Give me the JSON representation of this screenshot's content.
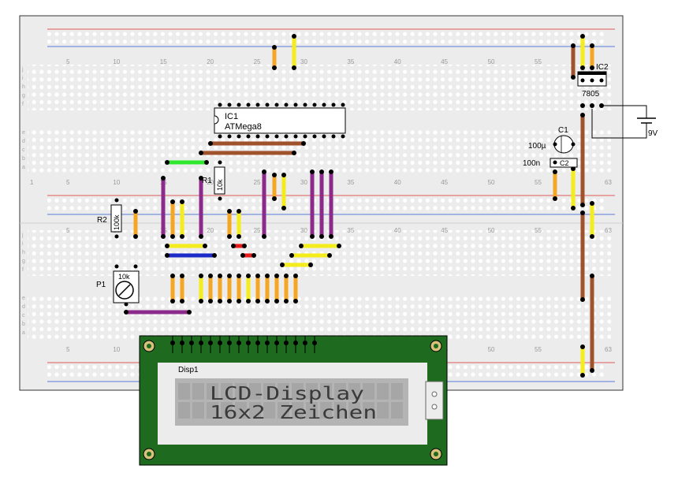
{
  "board": {
    "column_numbers": [
      "5",
      "10",
      "15",
      "20",
      "25",
      "30",
      "35",
      "40",
      "45",
      "50",
      "55"
    ],
    "last_column": "63",
    "first_column": "1",
    "row_letters_top": [
      "a",
      "b",
      "c",
      "d",
      "e"
    ],
    "row_letters_bottom": [
      "f",
      "g",
      "h",
      "i",
      "j"
    ]
  },
  "components": {
    "ic1": {
      "ref": "IC1",
      "value": "ATMega8"
    },
    "ic2": {
      "ref": "IC2",
      "value": "7805"
    },
    "c1": {
      "ref": "C1",
      "value": "100µ"
    },
    "c2": {
      "ref": "C2",
      "value": "100n"
    },
    "r1": {
      "ref": "R1",
      "value": "10k"
    },
    "r2": {
      "ref": "R2",
      "value": "100k"
    },
    "p1": {
      "ref": "P1",
      "value": "10k"
    },
    "battery": {
      "value": "9V"
    }
  },
  "display": {
    "ref": "Disp1",
    "line1": "LCD-Display",
    "line2": "16x2 Zeichen"
  },
  "colors": {
    "board": "#ececec",
    "hole": "#ffffff",
    "rail_red": "#e05a5a",
    "rail_blue": "#5a7ad8",
    "pcb": "#1e6a1e",
    "lcd_bezel": "#ececec",
    "lcd_glass": "#b4b4b4",
    "wire_orange": "#f5a623",
    "wire_yellow": "#f5ec1c",
    "wire_brown": "#a0522d",
    "wire_purple": "#8b2a8b",
    "wire_green": "#2ee82e",
    "wire_blue": "#1c2ac8",
    "wire_red": "#e81c1c"
  }
}
